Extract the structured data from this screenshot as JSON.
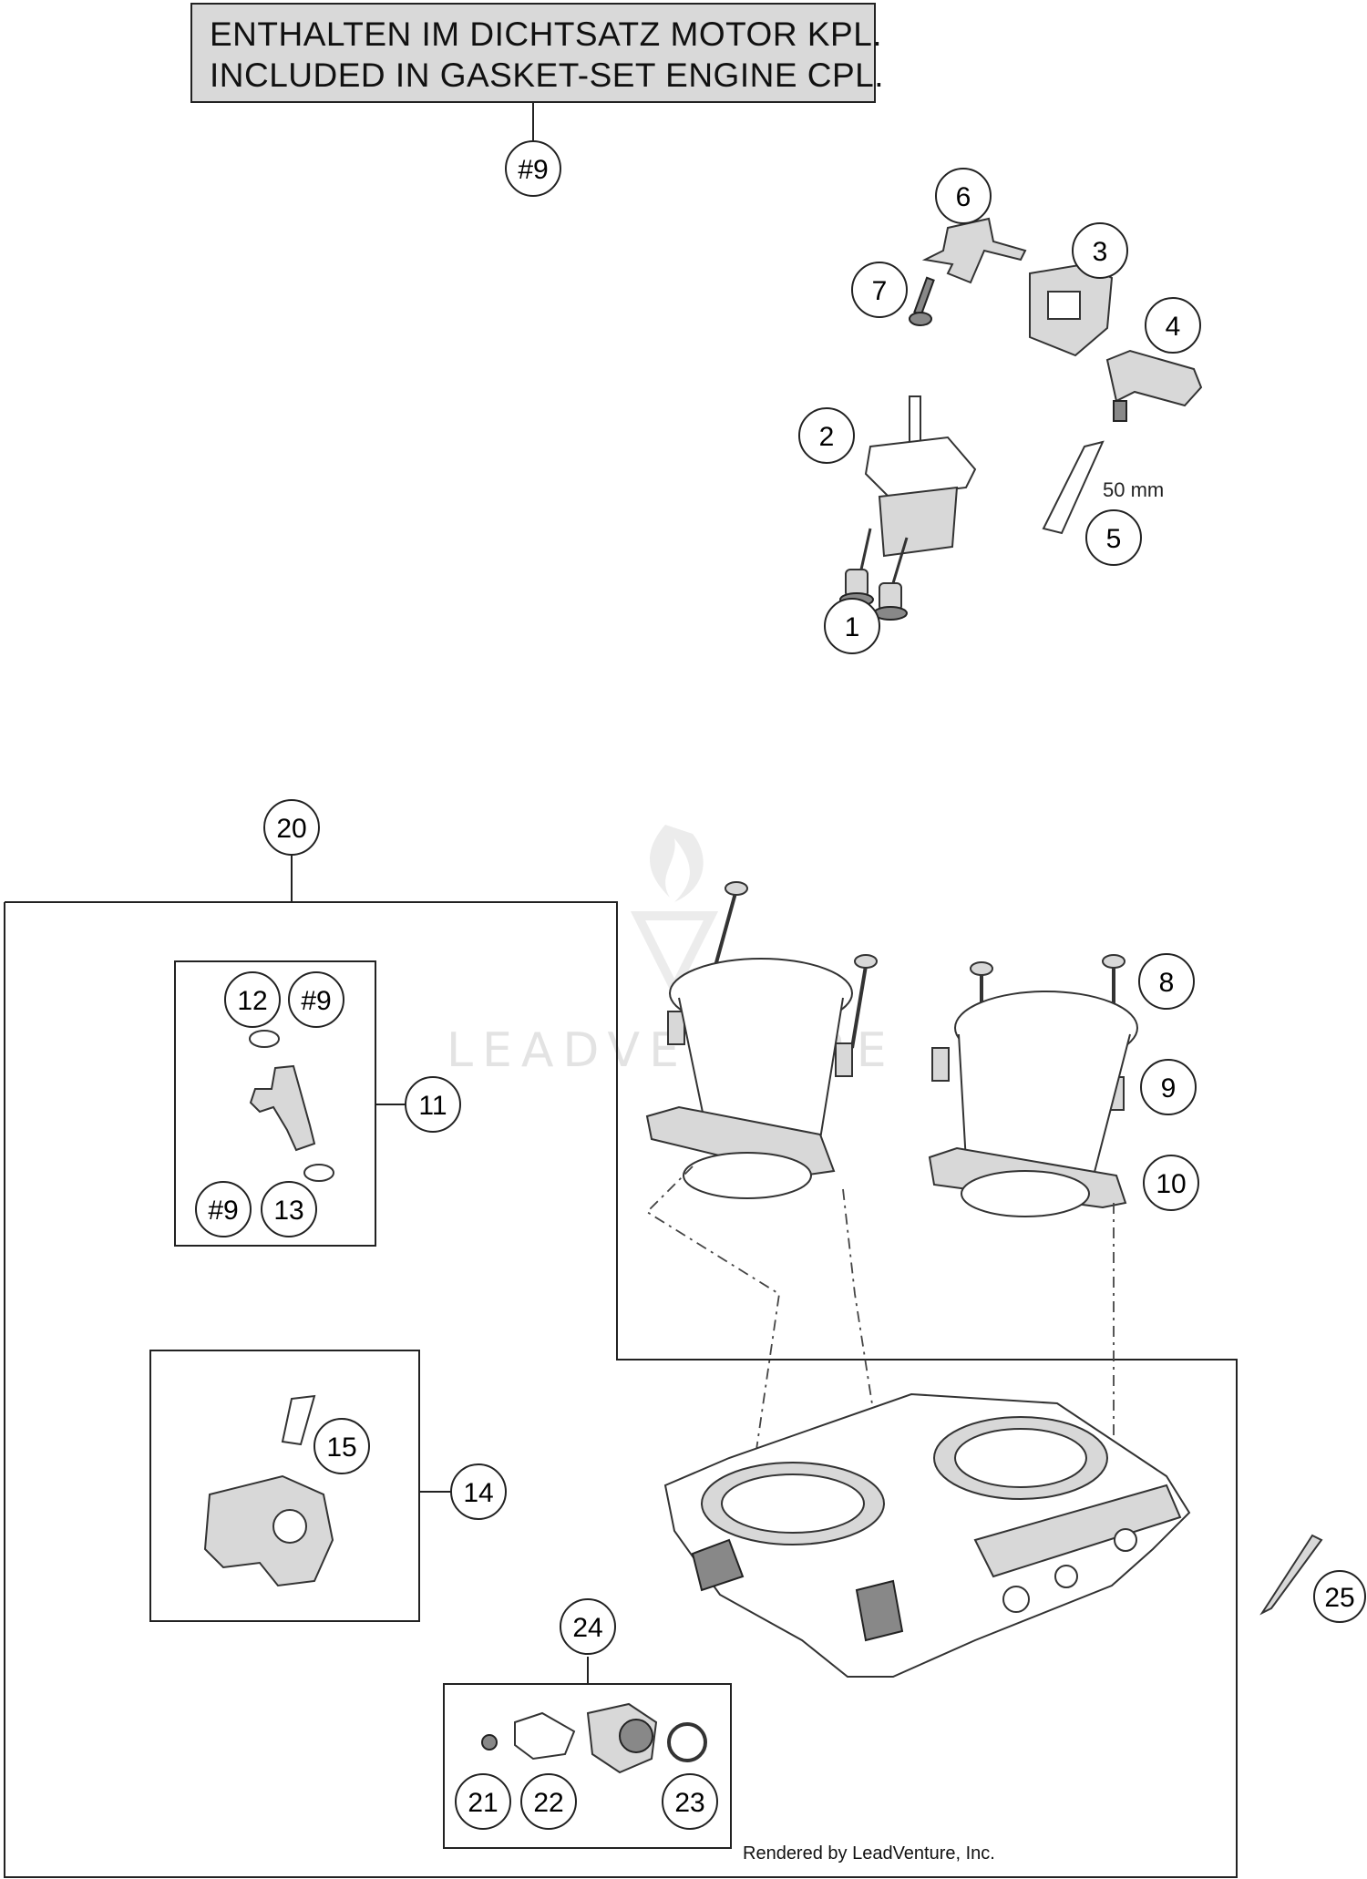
{
  "note": {
    "line1": "ENTHALTEN IM DICHTSATZ MOTOR KPL.",
    "line2": "INCLUDED IN GASKET-SET ENGINE CPL.",
    "ref": "#9"
  },
  "dimension": "50 mm",
  "watermark": "LEADVENTURE",
  "credit": "Rendered by LeadVenture, Inc.",
  "callouts": {
    "c1": "1",
    "c2": "2",
    "c3": "3",
    "c4": "4",
    "c5": "5",
    "c6": "6",
    "c7": "7",
    "c8": "8",
    "c9": "9",
    "c10": "10",
    "c11": "11",
    "c12": "12",
    "c12ref": "#9",
    "c13": "13",
    "c13ref": "#9",
    "c14": "14",
    "c15": "15",
    "c20": "20",
    "c21": "21",
    "c22": "22",
    "c23": "23",
    "c24": "24",
    "c25": "25"
  },
  "colors": {
    "line": "#222222",
    "fill_grey": "#d8d8d8",
    "watermark": "#e3e3e3"
  }
}
